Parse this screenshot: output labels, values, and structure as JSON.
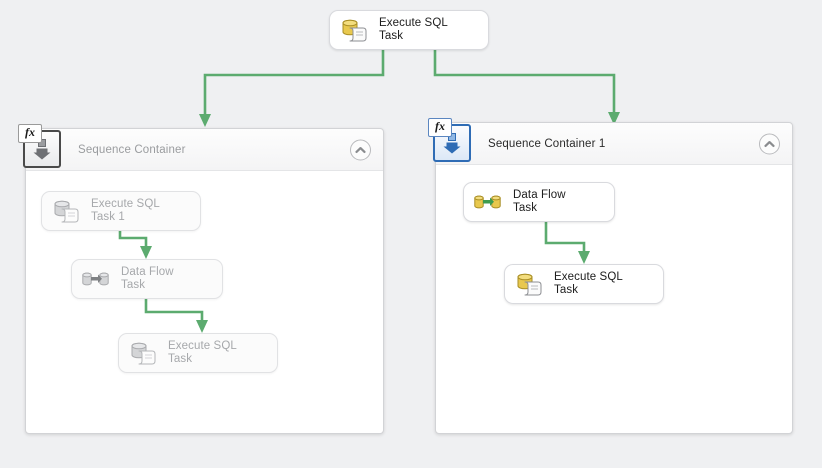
{
  "canvas": {
    "background": "#eff0f2",
    "connector_color": "#5cab6f",
    "accent_blue": "#2f6cb5",
    "disabled_text": "#a6a8ab",
    "enabled_text": "#1d1d1d"
  },
  "root_task": {
    "label": "Execute SQL\nTask",
    "icon": "execute-sql-task-icon",
    "enabled": true
  },
  "containers": [
    {
      "title": "Sequence Container",
      "icon": "sequence-container-icon",
      "expression_badge": "fx",
      "collapse_icon": "chevron-up-icon",
      "enabled": false,
      "tasks": [
        {
          "label": "Execute SQL\nTask 1",
          "icon": "execute-sql-task-icon"
        },
        {
          "label": "Data Flow\nTask",
          "icon": "data-flow-task-icon"
        },
        {
          "label": "Execute SQL\nTask",
          "icon": "execute-sql-task-icon"
        }
      ]
    },
    {
      "title": "Sequence Container 1",
      "icon": "sequence-container-icon",
      "expression_badge": "fx",
      "collapse_icon": "chevron-up-icon",
      "enabled": true,
      "tasks": [
        {
          "label": "Data Flow\nTask",
          "icon": "data-flow-task-icon"
        },
        {
          "label": "Execute SQL\nTask",
          "icon": "execute-sql-task-icon"
        }
      ]
    }
  ]
}
